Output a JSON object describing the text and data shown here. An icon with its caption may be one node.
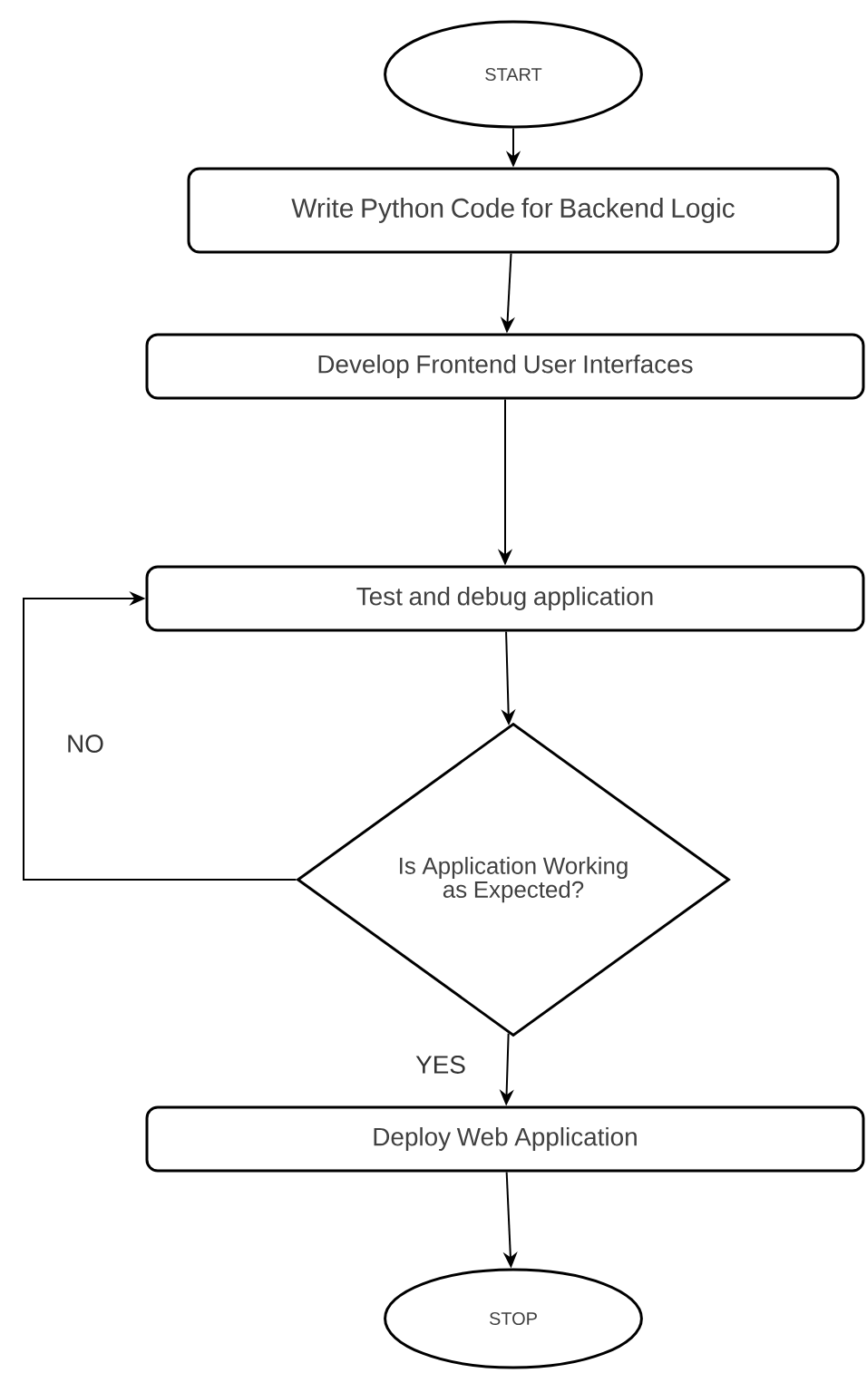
{
  "diagram": {
    "nodes": [
      {
        "text": [
          "START"
        ]
      },
      {
        "text": [
          "Write Python Code for Backend Logic"
        ]
      },
      {
        "text": [
          "Develop Frontend User Interfaces"
        ]
      },
      {
        "text": [
          "Test and debug application"
        ]
      },
      {
        "text": [
          "Is Application Working as Expected?"
        ]
      },
      {
        "text": [
          "Deploy Web Application"
        ]
      },
      {
        "text": [
          "STOP"
        ]
      }
    ],
    "edges": [
      {
        "from": 0,
        "to": 1,
        "arrow": "to"
      },
      {
        "from": 1,
        "to": 2,
        "arrow": "to"
      },
      {
        "from": 2,
        "to": 3,
        "arrow": "to"
      },
      {
        "from": 3,
        "to": 4,
        "arrow": "to"
      },
      {
        "from": 4,
        "to": 3,
        "arrow": "to",
        "label": "NO"
      },
      {
        "from": 4,
        "to": 5,
        "arrow": "to",
        "label": "YES"
      },
      {
        "from": 5,
        "to": 6,
        "arrow": "to"
      }
    ]
  }
}
